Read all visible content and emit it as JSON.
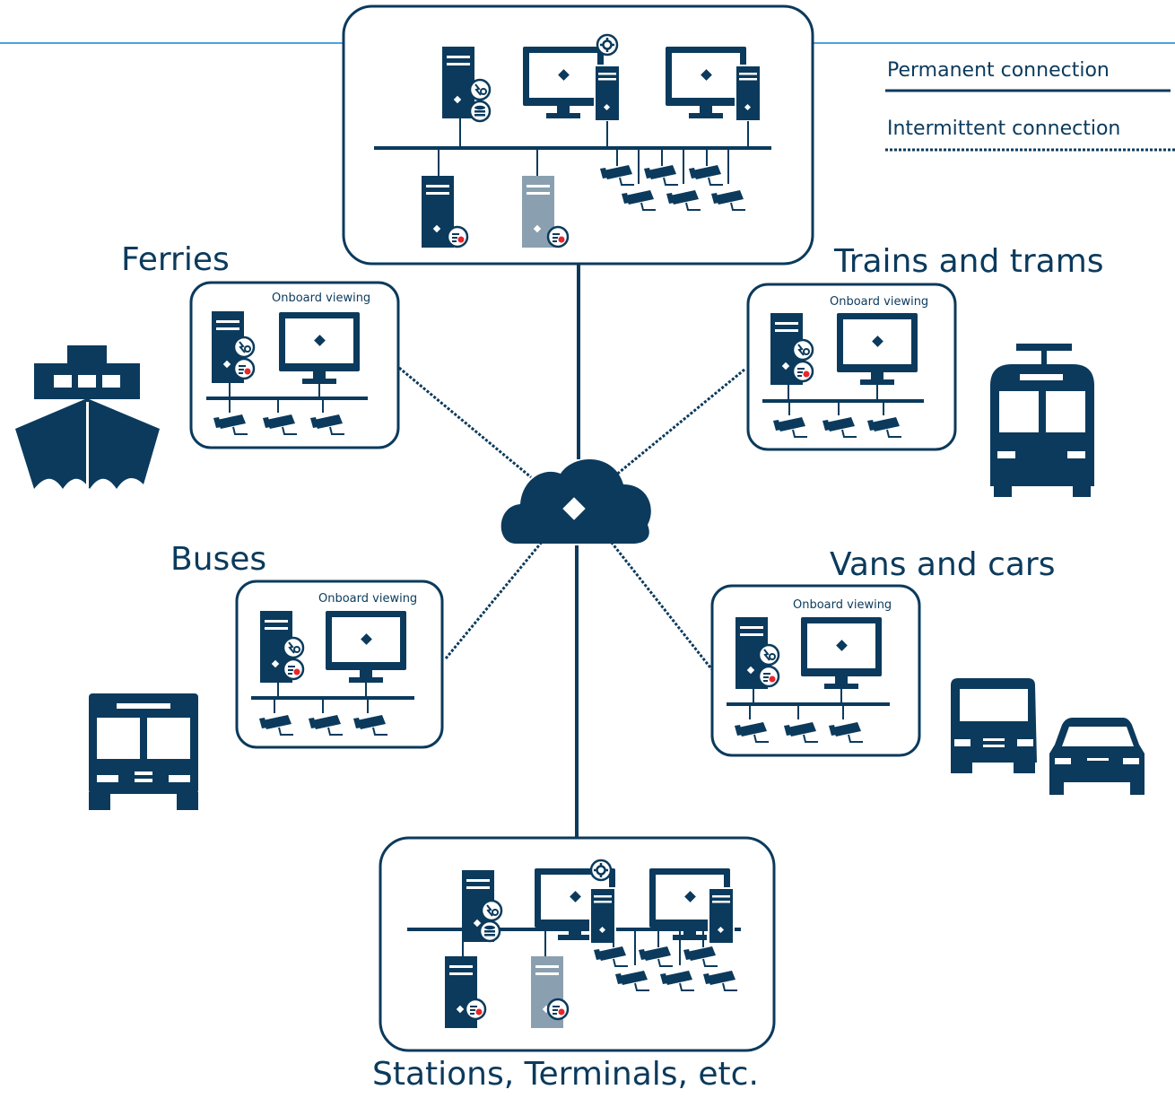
{
  "legend": {
    "permanent": "Permanent connection",
    "intermittent": "Intermittent connection"
  },
  "sites": {
    "ferries": {
      "label": "Ferries",
      "onboard": "Onboard viewing"
    },
    "trains": {
      "label": "Trains and trams",
      "onboard": "Onboard viewing"
    },
    "buses": {
      "label": "Buses",
      "onboard": "Onboard viewing"
    },
    "vans": {
      "label": "Vans and cars",
      "onboard": "Onboard viewing"
    },
    "stations": {
      "label": "Stations, Terminals, etc."
    }
  },
  "colors": {
    "primary": "#0b3a5c",
    "gray_server": "#8aa0b0",
    "accent_red": "#e8262b",
    "top_line": "#4aa3df"
  },
  "icons": [
    "server-icon",
    "monitor-icon",
    "workstation-icon",
    "camera-icon",
    "cloud-icon",
    "ship-icon",
    "tram-icon",
    "bus-icon",
    "van-icon",
    "car-icon",
    "gear-icon",
    "recording-icon",
    "database-icon"
  ]
}
